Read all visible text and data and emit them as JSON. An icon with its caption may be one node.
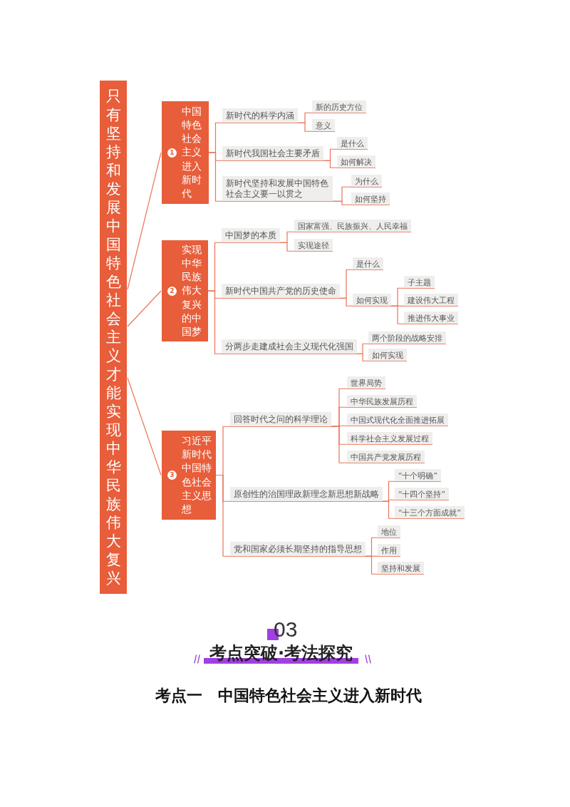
{
  "diagram": {
    "nodes": [
      {
        "text": [
          "只有坚持和发展中国特色社会主义才能实现中华民族伟大复兴"
        ]
      },
      {
        "text": [
          "1",
          "中国特色社会主义进入新时代"
        ]
      },
      {
        "text": [
          "新时代的科学内涵"
        ]
      },
      {
        "text": [
          "新的历史方位"
        ]
      },
      {
        "text": [
          "意义"
        ]
      },
      {
        "text": [
          "新时代我国社会主要矛盾"
        ]
      },
      {
        "text": [
          "是什么"
        ]
      },
      {
        "text": [
          "如何解决"
        ]
      },
      {
        "text": [
          "新时代坚持和发展中国特色社会主义要一以贯之"
        ]
      },
      {
        "text": [
          "为什么"
        ]
      },
      {
        "text": [
          "如何坚持"
        ]
      },
      {
        "text": [
          "2",
          "实现中华民族伟大复兴的中国梦"
        ]
      },
      {
        "text": [
          "中国梦的本质"
        ]
      },
      {
        "text": [
          "国家富强、民族振兴、人民幸福"
        ]
      },
      {
        "text": [
          "实现途径"
        ]
      },
      {
        "text": [
          "新时代中国共产党的历史使命"
        ]
      },
      {
        "text": [
          "是什么"
        ]
      },
      {
        "text": [
          "如何实现"
        ]
      },
      {
        "text": [
          "子主题"
        ]
      },
      {
        "text": [
          "建设伟大工程"
        ]
      },
      {
        "text": [
          "推进伟大事业"
        ]
      },
      {
        "text": [
          "分两步走建成社会主义现代化强国"
        ]
      },
      {
        "text": [
          "两个阶段的战略安排"
        ]
      },
      {
        "text": [
          "如何实现"
        ]
      },
      {
        "text": [
          "3",
          "习近平新时代中国特色社会主义思想"
        ]
      },
      {
        "text": [
          "回答时代之问的科学理论"
        ]
      },
      {
        "text": [
          "世界局势"
        ]
      },
      {
        "text": [
          "中华民族发展历程"
        ]
      },
      {
        "text": [
          "中国式现代化全面推进拓展"
        ]
      },
      {
        "text": [
          "科学社会主义发展过程"
        ]
      },
      {
        "text": [
          "中国共产党发展历程"
        ]
      },
      {
        "text": [
          "原创性的治国理政新理念新思想新战略"
        ]
      },
      {
        "text": [
          "“十个明确”"
        ]
      },
      {
        "text": [
          "“十四个坚持”"
        ]
      },
      {
        "text": [
          "“十三个方面成就”"
        ]
      },
      {
        "text": [
          "党和国家必须长期坚持的指导思想"
        ]
      },
      {
        "text": [
          "地位"
        ]
      },
      {
        "text": [
          "作用"
        ]
      },
      {
        "text": [
          "坚持和发展"
        ]
      }
    ],
    "edges": [
      {
        "from": 0,
        "to": 1,
        "arrow": "none"
      },
      {
        "from": 0,
        "to": 11,
        "arrow": "none"
      },
      {
        "from": 0,
        "to": 24,
        "arrow": "none"
      },
      {
        "from": 1,
        "to": 2,
        "arrow": "none"
      },
      {
        "from": 1,
        "to": 5,
        "arrow": "none"
      },
      {
        "from": 1,
        "to": 8,
        "arrow": "none"
      },
      {
        "from": 2,
        "to": 3,
        "arrow": "none"
      },
      {
        "from": 2,
        "to": 4,
        "arrow": "none"
      },
      {
        "from": 5,
        "to": 6,
        "arrow": "none"
      },
      {
        "from": 5,
        "to": 7,
        "arrow": "none"
      },
      {
        "from": 8,
        "to": 9,
        "arrow": "none"
      },
      {
        "from": 8,
        "to": 10,
        "arrow": "none"
      },
      {
        "from": 11,
        "to": 12,
        "arrow": "none"
      },
      {
        "from": 11,
        "to": 15,
        "arrow": "none"
      },
      {
        "from": 11,
        "to": 21,
        "arrow": "none"
      },
      {
        "from": 12,
        "to": 13,
        "arrow": "none"
      },
      {
        "from": 12,
        "to": 14,
        "arrow": "none"
      },
      {
        "from": 15,
        "to": 16,
        "arrow": "none"
      },
      {
        "from": 15,
        "to": 17,
        "arrow": "none"
      },
      {
        "from": 17,
        "to": 18,
        "arrow": "none"
      },
      {
        "from": 17,
        "to": 19,
        "arrow": "none"
      },
      {
        "from": 17,
        "to": 20,
        "arrow": "none"
      },
      {
        "from": 21,
        "to": 22,
        "arrow": "none"
      },
      {
        "from": 21,
        "to": 23,
        "arrow": "none"
      },
      {
        "from": 24,
        "to": 25,
        "arrow": "none"
      },
      {
        "from": 24,
        "to": 31,
        "arrow": "none"
      },
      {
        "from": 24,
        "to": 35,
        "arrow": "none"
      },
      {
        "from": 25,
        "to": 26,
        "arrow": "none"
      },
      {
        "from": 25,
        "to": 27,
        "arrow": "none"
      },
      {
        "from": 25,
        "to": 28,
        "arrow": "none"
      },
      {
        "from": 25,
        "to": 29,
        "arrow": "none"
      },
      {
        "from": 25,
        "to": 30,
        "arrow": "none"
      },
      {
        "from": 31,
        "to": 32,
        "arrow": "none"
      },
      {
        "from": 31,
        "to": 33,
        "arrow": "none"
      },
      {
        "from": 31,
        "to": 34,
        "arrow": "none"
      },
      {
        "from": 35,
        "to": 36,
        "arrow": "none"
      },
      {
        "from": 35,
        "to": 37,
        "arrow": "none"
      },
      {
        "from": 35,
        "to": 38,
        "arrow": "none"
      }
    ],
    "labels": [
      "03",
      "考点突破·考法探究",
      "考点一　中国特色社会主义进入新时代"
    ]
  }
}
